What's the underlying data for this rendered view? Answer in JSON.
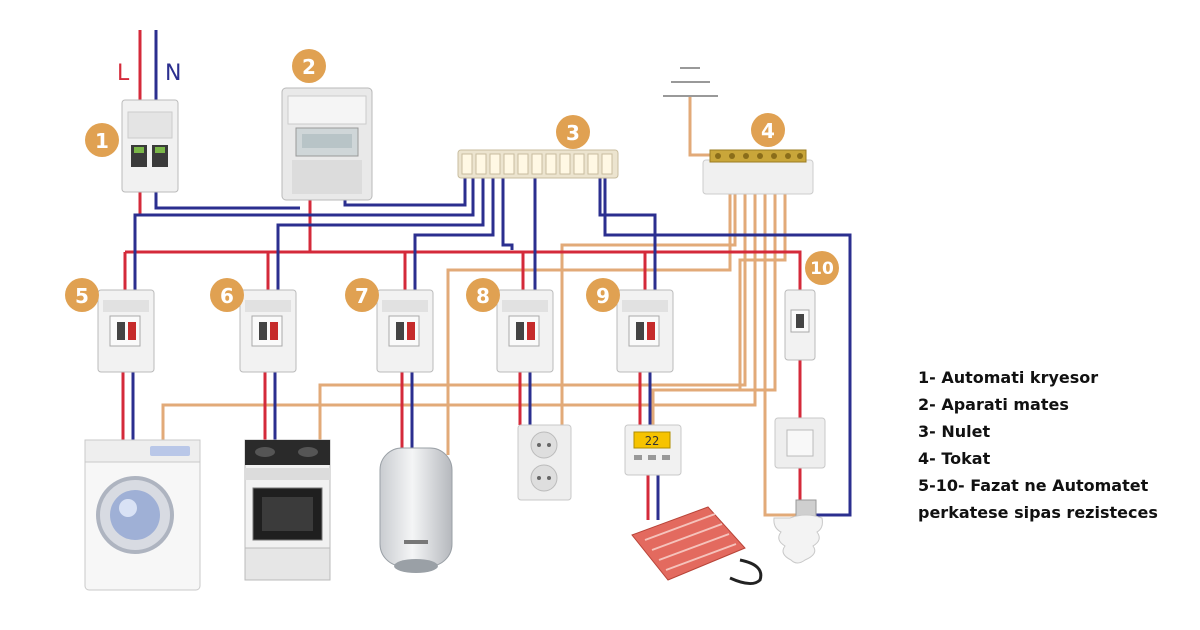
{
  "wire_labels": {
    "live": "L",
    "neutral": "N"
  },
  "badges": [
    "1",
    "2",
    "3",
    "4",
    "5",
    "6",
    "7",
    "8",
    "9",
    "10"
  ],
  "legend": [
    "1- Automati kryesor",
    "2- Aparati mates",
    "3- Nulet",
    "4- Tokat",
    "5-10- Fazat ne Automatet",
    "perkatese sipas rezisteces"
  ],
  "thermostat_display": "22",
  "colors": {
    "live": "#D42A3A",
    "neutral": "#2B2F8F",
    "earth": "#E2AA78",
    "badge": "#E0A152"
  },
  "icons": [
    "main-breaker-icon",
    "meter-icon",
    "neutral-bar-icon",
    "earth-bar-icon",
    "breaker-icon",
    "washing-machine-icon",
    "stove-icon",
    "water-heater-icon",
    "socket-icon",
    "thermostat-icon",
    "floor-heating-icon",
    "light-switch-icon",
    "light-bulb-icon",
    "ground-symbol-icon"
  ]
}
